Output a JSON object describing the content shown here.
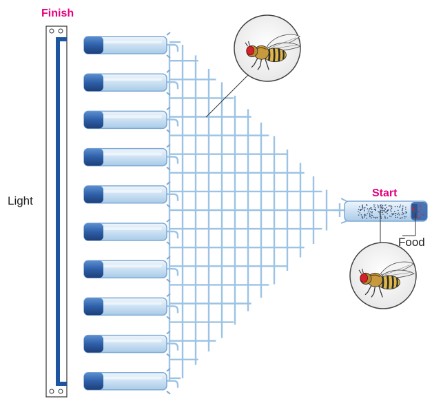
{
  "labels": {
    "finish": "Finish",
    "start": "Start",
    "light": "Light",
    "food": "Food"
  },
  "colors": {
    "accent_label": "#e6007e",
    "tube_outline": "#8fb8de",
    "tube_fill": "#d3e6f5",
    "tube_cap": "#2f5fa8",
    "light_frame": "#1e55a0",
    "grid_tube": "#9cc3e4",
    "text": "#222222"
  },
  "icons": {
    "collection_tube": "test-tube-icon",
    "fly": "fruit-fly-icon",
    "light_source": "light-panel-icon"
  },
  "apparatus": {
    "collection_tubes": 10,
    "start_tube_contents": "food"
  }
}
